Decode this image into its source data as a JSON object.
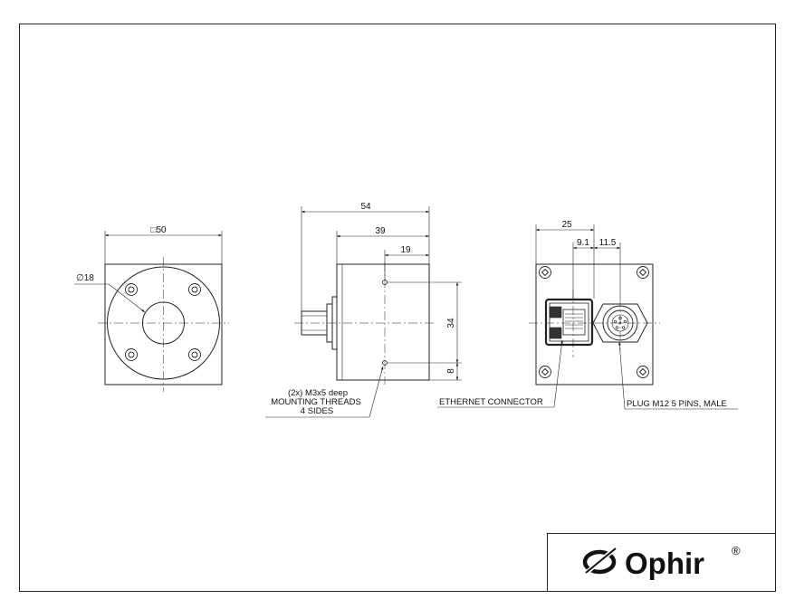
{
  "front_view": {
    "square_label": "□50",
    "diameter_label": "∅18"
  },
  "side_view": {
    "dim_54": "54",
    "dim_39": "39",
    "dim_19": "19",
    "dim_34": "34",
    "dim_8": "8",
    "note_line1": "(2x) M3x5 deep",
    "note_line2": "MOUNTING THREADS",
    "note_line3": "4 SIDES"
  },
  "rear_view": {
    "dim_25": "25",
    "dim_9_1": "9.1",
    "dim_11_5": "11.5",
    "ethernet_label": "ETHERNET CONNECTOR",
    "plug_label": "PLUG M12 5 PINS, MALE"
  },
  "logo": {
    "text": "Ophir",
    "mark": "®"
  }
}
